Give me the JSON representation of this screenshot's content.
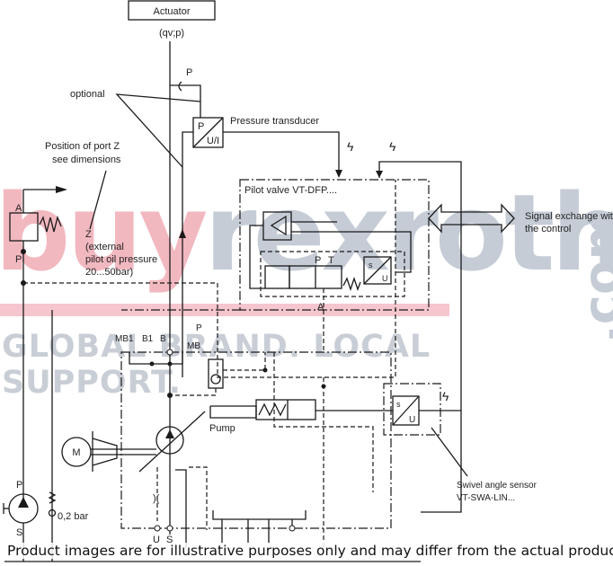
{
  "actuator": {
    "label": "Actuator",
    "flow_label": "(qv;p)"
  },
  "labels": {
    "optional": "optional",
    "port_z_line1": "Position of port Z",
    "port_z_line2": "see dimensions",
    "z": "Z",
    "z_desc1": "(external",
    "z_desc2": "pilot oil pressure",
    "z_desc3": "20...50bar)",
    "pressure_transducer": "Pressure transducer",
    "pilot_valve": "Pilot valve VT-DFP....",
    "signal_line1": "Signal exchange with",
    "signal_line2": "the control",
    "pump": "Pump",
    "swivel_line1": "Swivel angle sensor",
    "swivel_line2": "VT-SWA-LIN...",
    "bar": "0,2 bar",
    "motor": "M"
  },
  "ports": {
    "p": "P",
    "a": "A",
    "t": "T",
    "s": "S",
    "u": "U",
    "ui": "U/I",
    "b": "B",
    "b1": "B1",
    "mb1": "MB1",
    "mb": "MB"
  },
  "watermark": {
    "brand_a": "buy",
    "brand_b": "rexroth",
    "tagline": "GLOBAL BRAND. LOCAL SUPPORT.",
    "tld": ".com"
  },
  "caption": "Product images are for illustrative purposes only and may differ from the actual product",
  "colors": {
    "watermark_pink": "#f2b8c0",
    "watermark_gray": "#c5ccd6"
  }
}
